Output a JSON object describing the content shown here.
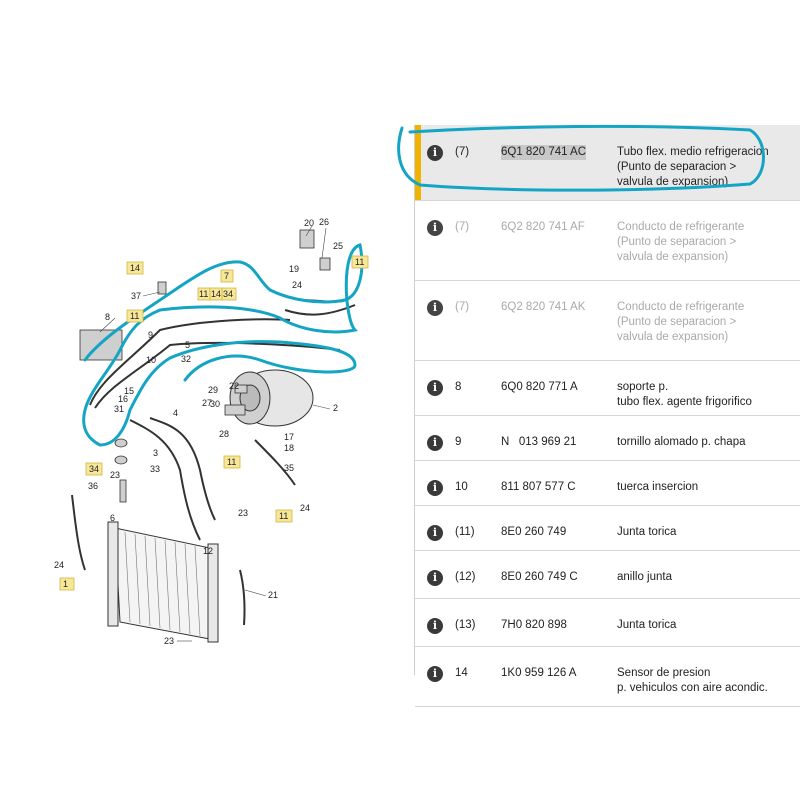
{
  "diagram": {
    "labels_plain": [
      "20",
      "26",
      "25",
      "19",
      "24",
      "37",
      "8",
      "9",
      "10",
      "15",
      "16",
      "31",
      "27",
      "28",
      "29",
      "30",
      "22",
      "2",
      "17",
      "18",
      "35",
      "4",
      "3",
      "5",
      "32",
      "23",
      "33",
      "36",
      "6",
      "24",
      "12",
      "21",
      "23",
      "24",
      "23"
    ],
    "labels_boxed": [
      "14",
      "11",
      "7",
      "11",
      "14",
      "34",
      "11",
      "34",
      "11",
      "1",
      "11"
    ],
    "annotation_color": "#14a5c4",
    "callout_color": "#f6e79a"
  },
  "parts": [
    {
      "position": "(7)",
      "part_number": "6Q1 820 741 AC",
      "description": "Tubo flex. medio refrigeracion\n(Punto de separacion >\n valvula de expansion)",
      "state": "selected",
      "icon": "info-icon"
    },
    {
      "position": "(7)",
      "part_number": "6Q2 820 741 AF",
      "description": "Conducto de refrigerante\n(Punto de separacion >\n valvula de expansion)",
      "state": "disabled",
      "icon": "info-icon"
    },
    {
      "position": "(7)",
      "part_number": "6Q2 820 741 AK",
      "description": "Conducto de refrigerante\n(Punto de separacion >\n valvula de expansion)",
      "state": "disabled",
      "icon": "info-icon"
    },
    {
      "position": "8",
      "part_number": "6Q0 820 771 A",
      "description": "soporte p.\ntubo flex. agente frigorifico",
      "state": "normal",
      "icon": "info-icon"
    },
    {
      "position": "9",
      "part_number": "N   013 969 21",
      "description": "tornillo alomado p. chapa",
      "state": "normal",
      "icon": "info-icon"
    },
    {
      "position": "10",
      "part_number": "811 807 577 C",
      "description": "tuerca insercion",
      "state": "normal",
      "icon": "info-icon"
    },
    {
      "position": "(11)",
      "part_number": "8E0 260 749",
      "description": "Junta torica",
      "state": "normal",
      "icon": "info-icon"
    },
    {
      "position": "(12)",
      "part_number": "8E0 260 749 C",
      "description": "anillo junta",
      "state": "normal",
      "icon": "info-icon"
    },
    {
      "position": "(13)",
      "part_number": "7H0 820 898",
      "description": "Junta torica",
      "state": "normal",
      "icon": "info-icon"
    },
    {
      "position": "14",
      "part_number": "1K0 959 126 A",
      "description": "Sensor de presion\np. vehiculos con aire acondic.",
      "state": "normal",
      "icon": "info-icon"
    }
  ],
  "colors": {
    "accent": "#f0b400",
    "selected_bg": "#e9e9e9",
    "disabled_text": "#a9a9a9",
    "annotation": "#14a5c4"
  }
}
